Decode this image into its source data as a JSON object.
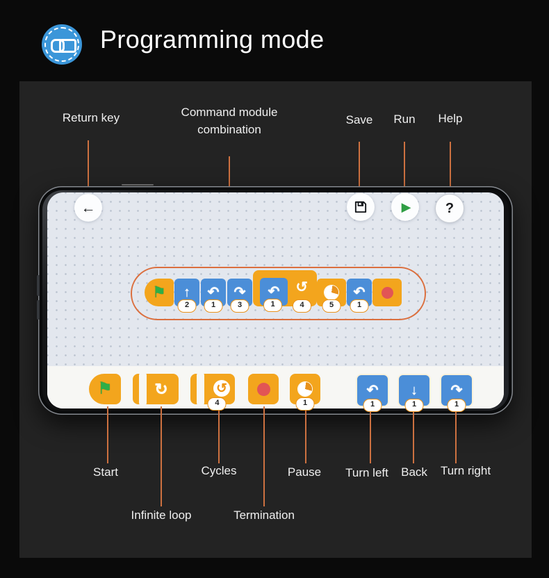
{
  "header": {
    "title": "Programming mode",
    "logo": "linked-blocks-logo"
  },
  "colors": {
    "background": "#0a0a0a",
    "panel": "#232323",
    "accent_orange": "#f3a51d",
    "block_blue": "#4b8ed8",
    "leader_line": "#cd7140",
    "oval_outline": "#db6f3e",
    "stop_red": "#e25555",
    "flag_green": "#2fae47",
    "run_green": "#2f9e44",
    "logo_blue": "#3b96d9"
  },
  "callouts": {
    "top": {
      "return_key": "Return key",
      "command_module": "Command module combination",
      "save": "Save",
      "run": "Run",
      "help": "Help"
    },
    "bottom": {
      "start": "Start",
      "infinite_loop": "Infinite loop",
      "cycles": "Cycles",
      "termination": "Termination",
      "pause": "Pause",
      "turn_left": "Turn left",
      "back": "Back",
      "turn_right": "Turn right"
    }
  },
  "phone": {
    "toolbar": {
      "back_glyph": "←",
      "run_glyph": "▶",
      "help_glyph": "?"
    },
    "chain": [
      {
        "name": "start"
      },
      {
        "name": "forward",
        "glyph": "↑",
        "badge": "2"
      },
      {
        "name": "turn-left",
        "glyph": "↶",
        "badge": "1"
      },
      {
        "name": "turn-right",
        "glyph": "↷",
        "badge": "3"
      },
      {
        "name": "loop",
        "glyph": "↺",
        "badge": "4",
        "inner": {
          "name": "turn-left",
          "glyph": "↶",
          "badge": "1"
        }
      },
      {
        "name": "pause",
        "badge": "5"
      },
      {
        "name": "turn-left",
        "glyph": "↶",
        "badge": "1"
      },
      {
        "name": "stop"
      }
    ],
    "palette": [
      {
        "name": "start"
      },
      {
        "name": "infinite-loop",
        "glyph": "↻"
      },
      {
        "name": "cycles",
        "glyph": "↺",
        "badge": "4"
      },
      {
        "name": "termination"
      },
      {
        "name": "pause",
        "badge": "1"
      },
      {
        "name": "turn-left",
        "glyph": "↶",
        "badge": "1"
      },
      {
        "name": "back",
        "glyph": "↓",
        "badge": "1"
      },
      {
        "name": "turn-right",
        "glyph": "↷",
        "badge": "1"
      }
    ],
    "glyphs": {
      "flag": "⚑"
    }
  }
}
